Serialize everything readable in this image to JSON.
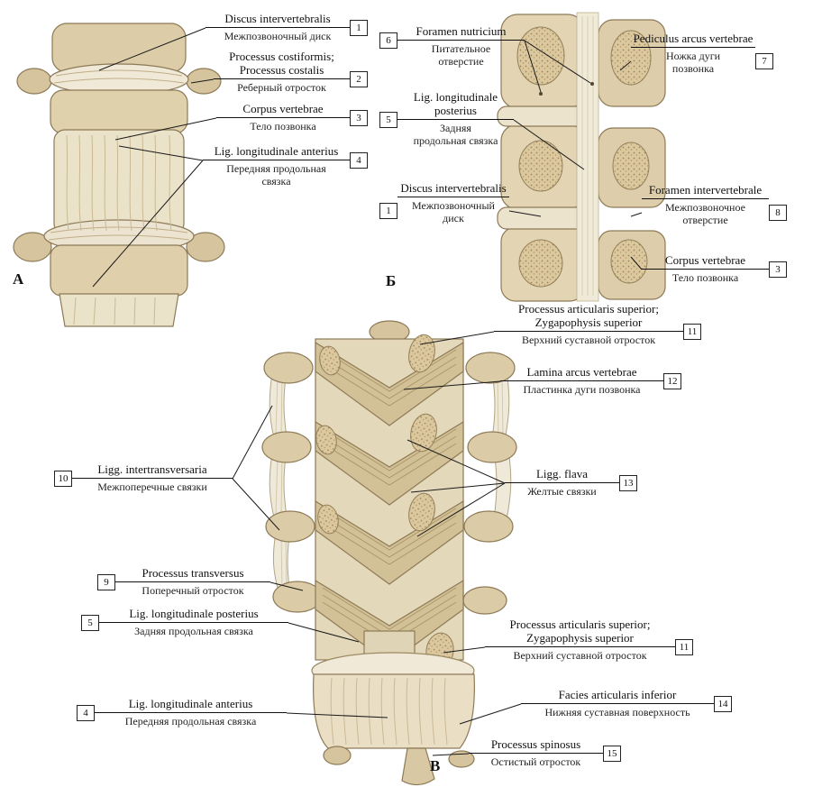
{
  "figure": {
    "panel_letters": {
      "a": "А",
      "b": "Б",
      "v": "В"
    },
    "colors": {
      "bone": "#e3d5b3",
      "bone_dark_outline": "#8d7a57",
      "ligament": "#efe9d8",
      "spongy_bone": "#dcc89f",
      "leader_line": "#1a1a1a"
    },
    "labels": [
      {
        "number": "1",
        "latin": "Discus intervertebralis",
        "russian": "Межпозвоночный диск"
      },
      {
        "number": "2",
        "latin": "Processus costiformis; Processus costalis",
        "russian": "Реберный отросток"
      },
      {
        "number": "3",
        "latin": "Corpus vertebrae",
        "russian": "Тело позвонка"
      },
      {
        "number": "4",
        "latin": "Lig. longitudinale anterius",
        "russian": "Передняя продольная связка"
      },
      {
        "number": "6",
        "latin": "Foramen nutricium",
        "russian": "Питательное отверстие"
      },
      {
        "number": "5",
        "latin": "Lig. longitudinale posterius",
        "russian": "Задняя продольная связка"
      },
      {
        "number": "1",
        "latin": "Discus intervertebralis",
        "russian": "Межпозвоночный диск"
      },
      {
        "number": "7",
        "latin": "Pediculus arcus vertebrae",
        "russian": "Ножка дуги позвонка"
      },
      {
        "number": "8",
        "latin": "Foramen intervertebrale",
        "russian": "Межпозвоночное отверстие"
      },
      {
        "number": "3",
        "latin": "Corpus vertebrae",
        "russian": "Тело позвонка"
      },
      {
        "number": "11",
        "latin": "Processus articularis superior; Zygapophysis superior",
        "russian": "Верхний суставной отросток"
      },
      {
        "number": "12",
        "latin": "Lamina arcus vertebrae",
        "russian": "Пластинка дуги позвонка"
      },
      {
        "number": "10",
        "latin": "Ligg. intertransversaria",
        "russian": "Межпоперечные связки"
      },
      {
        "number": "13",
        "latin": "Ligg. flava",
        "russian": "Желтые связки"
      },
      {
        "number": "9",
        "latin": "Processus transversus",
        "russian": "Поперечный отросток"
      },
      {
        "number": "5",
        "latin": "Lig. longitudinale posterius",
        "russian": "Задняя продольная связка"
      },
      {
        "number": "11",
        "latin": "Processus articularis superior; Zygapophysis superior",
        "russian": "Верхний суставной отросток"
      },
      {
        "number": "4",
        "latin": "Lig. longitudinale anterius",
        "russian": "Передняя продольная связка"
      },
      {
        "number": "14",
        "latin": "Facies articularis inferior",
        "russian": "Нижняя суставная поверхность"
      },
      {
        "number": "15",
        "latin": "Processus spinosus",
        "russian": "Остистый отросток"
      }
    ]
  }
}
